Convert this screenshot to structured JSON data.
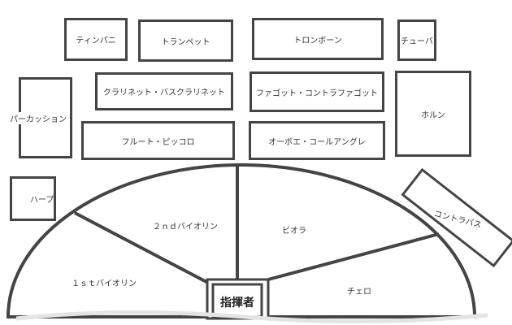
{
  "seating": {
    "timpani": "ティンパニ",
    "trumpet": "トランペット",
    "trombone": "トロンボーン",
    "tuba": "チューバ",
    "clarinet": "クラリネット・バスクラリネット",
    "bassoon": "ファゴット・コントラファゴット",
    "horn": "ホルン",
    "percussion": "パーカッション",
    "flute": "フルート・ピッコロ",
    "oboe": "オーボエ・コールアングレ",
    "harp": "ハープ",
    "contrabass": "コントラバス",
    "second_violin": "２ｎｄバイオリン",
    "viola": "ビオラ",
    "first_violin": "１ｓｔバイオリン",
    "cello": "チェロ",
    "conductor": "指揮者"
  },
  "colors": {
    "stroke": "#444444",
    "text": "#333333",
    "background": "#ffffff"
  }
}
